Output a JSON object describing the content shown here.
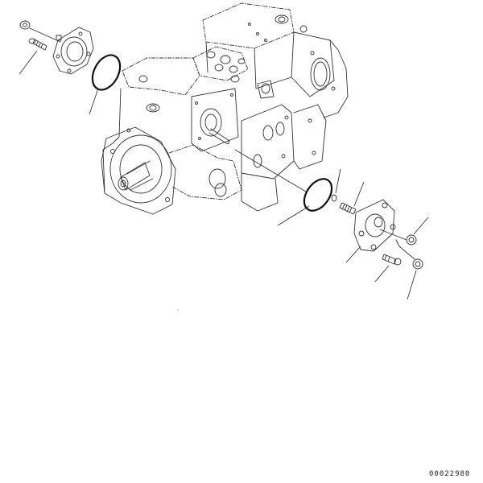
{
  "diagram": {
    "type": "exploded-parts-view",
    "subject": "hydraulic pump assembly",
    "figure_number": "00022980",
    "parts": [
      {
        "id": "nut-top-left",
        "label": ""
      },
      {
        "id": "bolt-top-left",
        "label": ""
      },
      {
        "id": "cover-flange-top-left",
        "label": ""
      },
      {
        "id": "o-ring-large-top",
        "label": ""
      },
      {
        "id": "pump-body",
        "label": ""
      },
      {
        "id": "o-ring-large-right",
        "label": ""
      },
      {
        "id": "o-ring-small",
        "label": ""
      },
      {
        "id": "stud",
        "label": ""
      },
      {
        "id": "cover-flange-right",
        "label": ""
      },
      {
        "id": "nut-right-upper",
        "label": ""
      },
      {
        "id": "bolt-right",
        "label": ""
      },
      {
        "id": "nut-right-lower",
        "label": ""
      }
    ],
    "colors": {
      "line": "#333333",
      "background": "#ffffff"
    }
  }
}
